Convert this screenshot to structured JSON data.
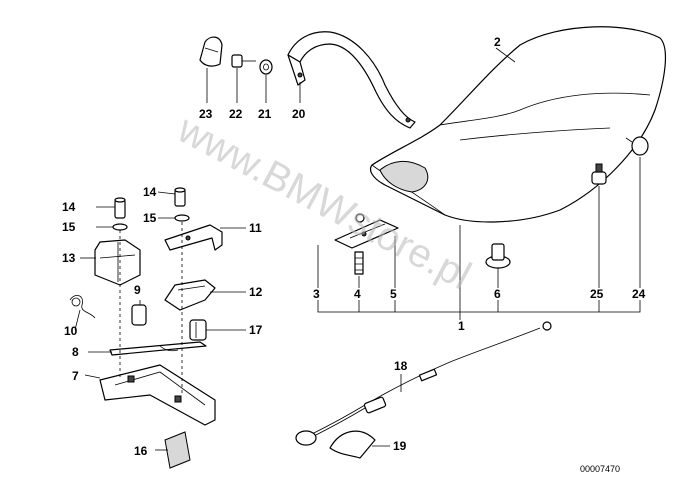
{
  "callouts": {
    "c1": "1",
    "c2": "2",
    "c3": "3",
    "c4": "4",
    "c5": "5",
    "c6": "6",
    "c7": "7",
    "c8": "8",
    "c9": "9",
    "c10": "10",
    "c11": "11",
    "c12": "12",
    "c13": "13",
    "c14a": "14",
    "c14b": "14",
    "c15a": "15",
    "c15b": "15",
    "c16": "16",
    "c17": "17",
    "c18": "18",
    "c19": "19",
    "c20": "20",
    "c21": "21",
    "c22": "22",
    "c23": "23",
    "c24": "24",
    "c25": "25"
  },
  "watermark": "www.BMWstore.pl",
  "diagram_number": "00007470"
}
